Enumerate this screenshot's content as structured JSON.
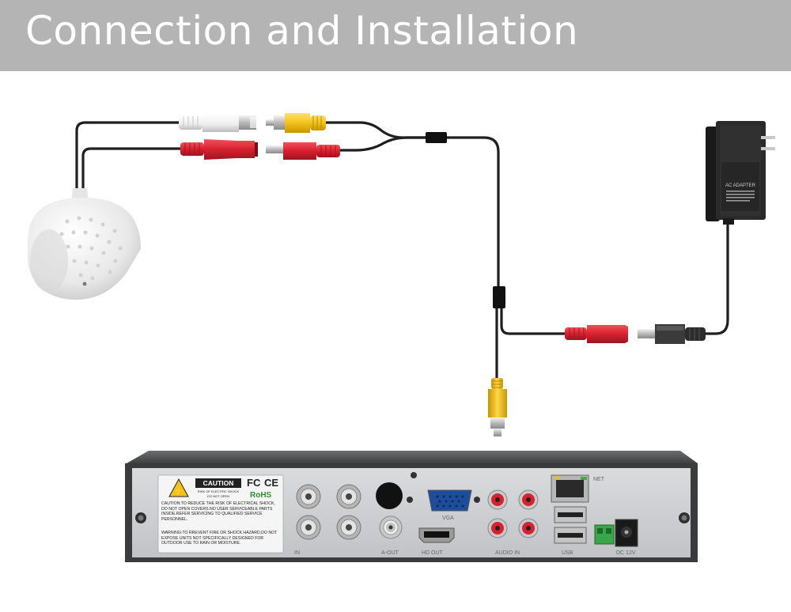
{
  "banner": {
    "title": "Connection and Installation",
    "background": "#b4b4b4",
    "text_color": "#ffffff"
  },
  "adapter": {
    "label": "AC ADAPTER",
    "icon": "power-adapter-icon"
  },
  "dvr": {
    "caution_title": "CAUTION",
    "caution_sub_1": "RISK OF ELECTRIC SHOCK",
    "caution_sub_2": "DO NOT OPEN",
    "caution_text": "CAUTION:TO REDUCE THE RISK OF ELECTRICAL SHOCK, DO NOT OPEN COVERS.NO USER SERVICEABLE PARTS INSIDE.REFER SERVICING TO QUALIFIED SERVICE PERSONNEL.",
    "warning_text": "WARNING:TO RREVENT FIRE OR SHOCK HAZARD,DO NOT EXPOSE UNITS NOT SPECIFICALLY DESIGNED FOR OUTDOOR USE TO RAIN OR MOISTURE.",
    "fc_mark": "FC",
    "ce_mark": "CE",
    "rohs_mark": "RoHS",
    "port_labels": {
      "video_in": "IN",
      "a_out": "A-OUT",
      "vga": "VGA",
      "hd_out": "HD OUT",
      "audio_in": "AUDIO IN",
      "net": "NET",
      "usb": "USB",
      "dc": "DC 12V"
    }
  },
  "colors": {
    "rca_white": "#f2f2f2",
    "rca_red": "#d8202e",
    "rca_yellow": "#f2c21a",
    "cable": "#222222",
    "dvr_panel": "#cfd0d2",
    "dvr_body": "#3a3b3d"
  }
}
